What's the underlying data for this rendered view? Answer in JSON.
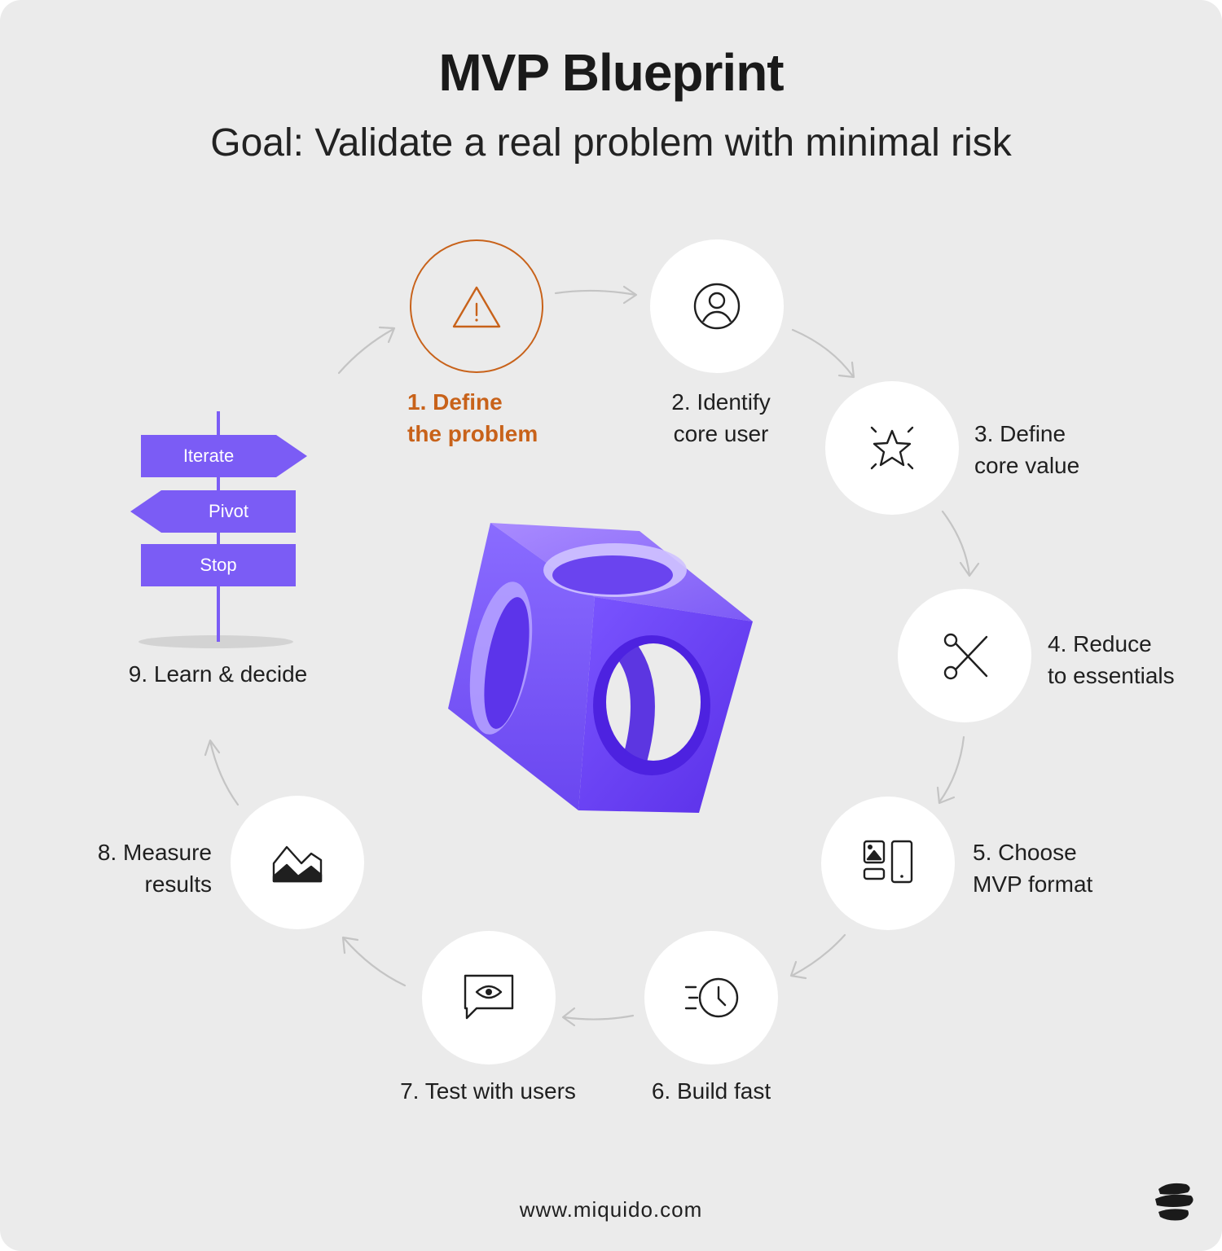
{
  "title": "MVP Blueprint",
  "subtitle": "Goal: Validate a real problem with minimal risk",
  "steps": [
    {
      "label": "1.  Define\nthe problem",
      "icon": "warning-icon",
      "active": true
    },
    {
      "label": "2. Identify\ncore user",
      "icon": "user-icon"
    },
    {
      "label": "3. Define\ncore value",
      "icon": "star-icon"
    },
    {
      "label": "4. Reduce\nto essentials",
      "icon": "scissors-icon"
    },
    {
      "label": "5. Choose\nMVP format",
      "icon": "devices-icon"
    },
    {
      "label": "6. Build fast",
      "icon": "clock-icon"
    },
    {
      "label": "7. Test with users",
      "icon": "chat-eye-icon"
    },
    {
      "label": "8. Measure\nresults",
      "icon": "chart-icon"
    },
    {
      "label": "9. Learn & decide",
      "icon": "signpost"
    }
  ],
  "signpost": {
    "iterate": "Iterate",
    "pivot": "Pivot",
    "stop": "Stop"
  },
  "footer": "www.miquido.com",
  "colors": {
    "accent": "#c8621a",
    "purple": "#7b5cf5",
    "background": "#ebebeb"
  }
}
